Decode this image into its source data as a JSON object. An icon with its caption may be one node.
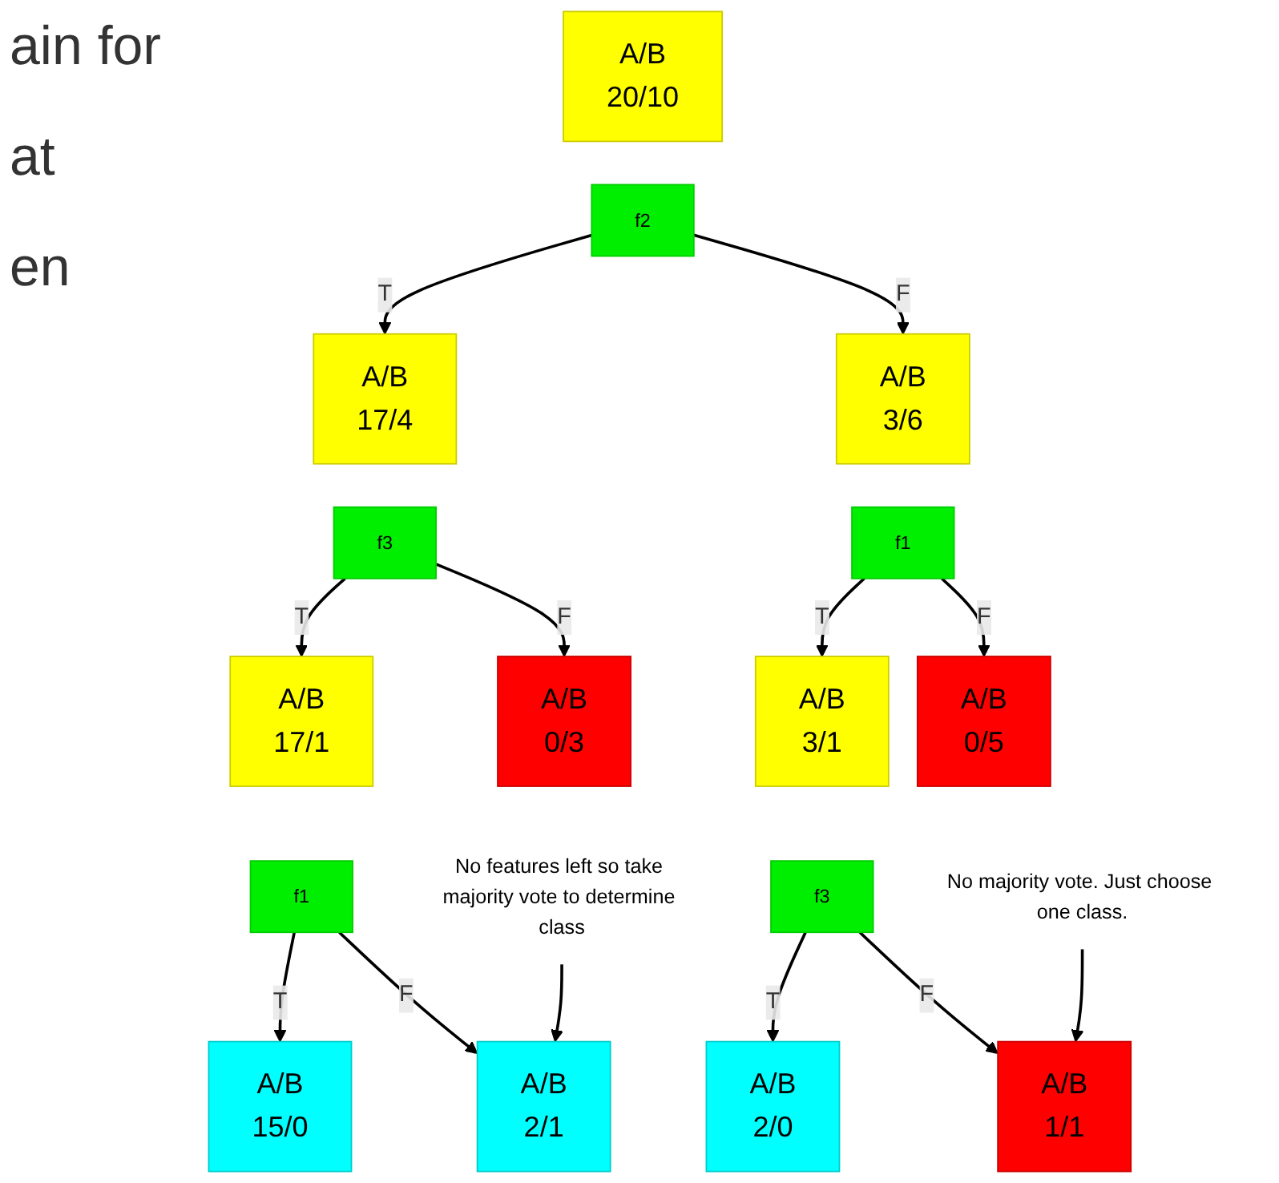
{
  "diagram": {
    "nodes": [
      {
        "text": [
          "A/B",
          "20/10"
        ]
      },
      {
        "text": [
          "f2"
        ]
      },
      {
        "text": [
          "A/B",
          "17/4"
        ]
      },
      {
        "text": [
          "A/B",
          "3/6"
        ]
      },
      {
        "text": [
          "f3"
        ]
      },
      {
        "text": [
          "f1"
        ]
      },
      {
        "text": [
          "A/B",
          "17/1"
        ]
      },
      {
        "text": [
          "A/B",
          "0/3"
        ]
      },
      {
        "text": [
          "A/B",
          "3/1"
        ]
      },
      {
        "text": [
          "A/B",
          "0/5"
        ]
      },
      {
        "text": [
          "f1"
        ]
      },
      {
        "text": [
          "f3"
        ]
      },
      {
        "text": [
          "A/B",
          "15/0"
        ]
      },
      {
        "text": [
          "A/B",
          "2/1"
        ]
      },
      {
        "text": [
          "A/B",
          "2/0"
        ]
      },
      {
        "text": [
          "A/B",
          "1/1"
        ]
      },
      {
        "text": [
          "No features left so take majority vote to determine class"
        ]
      },
      {
        "text": [
          "No majority vote. Just choose one class."
        ]
      }
    ],
    "edges": [
      {
        "from": 1,
        "to": 2,
        "arrow": "to",
        "label": "T"
      },
      {
        "from": 1,
        "to": 3,
        "arrow": "to",
        "label": "F"
      },
      {
        "from": 4,
        "to": 6,
        "arrow": "to",
        "label": "T"
      },
      {
        "from": 4,
        "to": 7,
        "arrow": "to",
        "label": "F"
      },
      {
        "from": 5,
        "to": 8,
        "arrow": "to",
        "label": "T"
      },
      {
        "from": 5,
        "to": 9,
        "arrow": "to",
        "label": "F"
      },
      {
        "from": 10,
        "to": 12,
        "arrow": "to",
        "label": "T"
      },
      {
        "from": 10,
        "to": 13,
        "arrow": "to",
        "label": "F"
      },
      {
        "from": 11,
        "to": 14,
        "arrow": "to",
        "label": "T"
      },
      {
        "from": 11,
        "to": 15,
        "arrow": "to",
        "label": "F"
      },
      {
        "from": 16,
        "to": 13,
        "arrow": "to"
      },
      {
        "from": 17,
        "to": 15,
        "arrow": "to"
      }
    ],
    "labels": [
      "ain for",
      "at",
      "en"
    ]
  }
}
